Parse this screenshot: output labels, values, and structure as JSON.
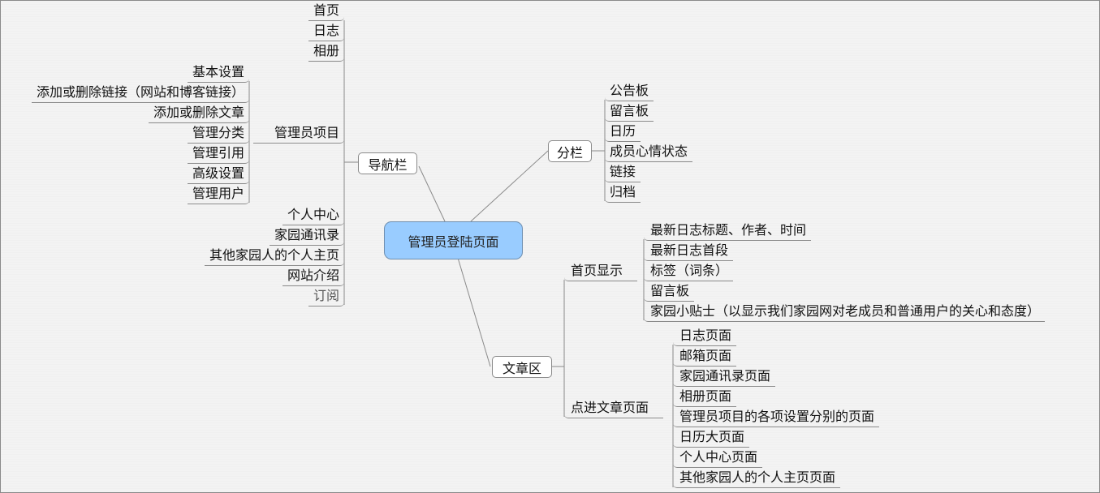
{
  "root": "管理员登陆页面",
  "nav": {
    "label": "导航栏",
    "items": [
      "首页",
      "日志",
      "相册",
      "管理员项目",
      "个人中心",
      "家园通讯录",
      "其他家园人的个人主页",
      "网站介绍",
      "订阅"
    ],
    "admin_items": [
      "基本设置",
      "添加或删除链接（网站和博客链接）",
      "添加或删除文章",
      "管理分类",
      "管理引用",
      "高级设置",
      "管理用户"
    ]
  },
  "columns": {
    "label": "分栏",
    "items": [
      "公告板",
      "留言板",
      "日历",
      "成员心情状态",
      "链接",
      "归档"
    ]
  },
  "articles": {
    "label": "文章区",
    "home": {
      "label": "首页显示",
      "items": [
        "最新日志标题、作者、时间",
        "最新日志首段",
        "标签（词条）",
        "留言板",
        "家园小贴士（以显示我们家园网对老成员和普通用户的关心和态度）"
      ]
    },
    "pages": {
      "label": "点进文章页面",
      "items": [
        "日志页面",
        "邮箱页面",
        "家园通讯录页面",
        "相册页面",
        "管理员项目的各项设置分别的页面",
        "日历大页面",
        "个人中心页面",
        "其他家园人的个人主页页面"
      ]
    }
  },
  "colors": {
    "root_fill": "#99ccff",
    "line": "#8a8a8a"
  }
}
